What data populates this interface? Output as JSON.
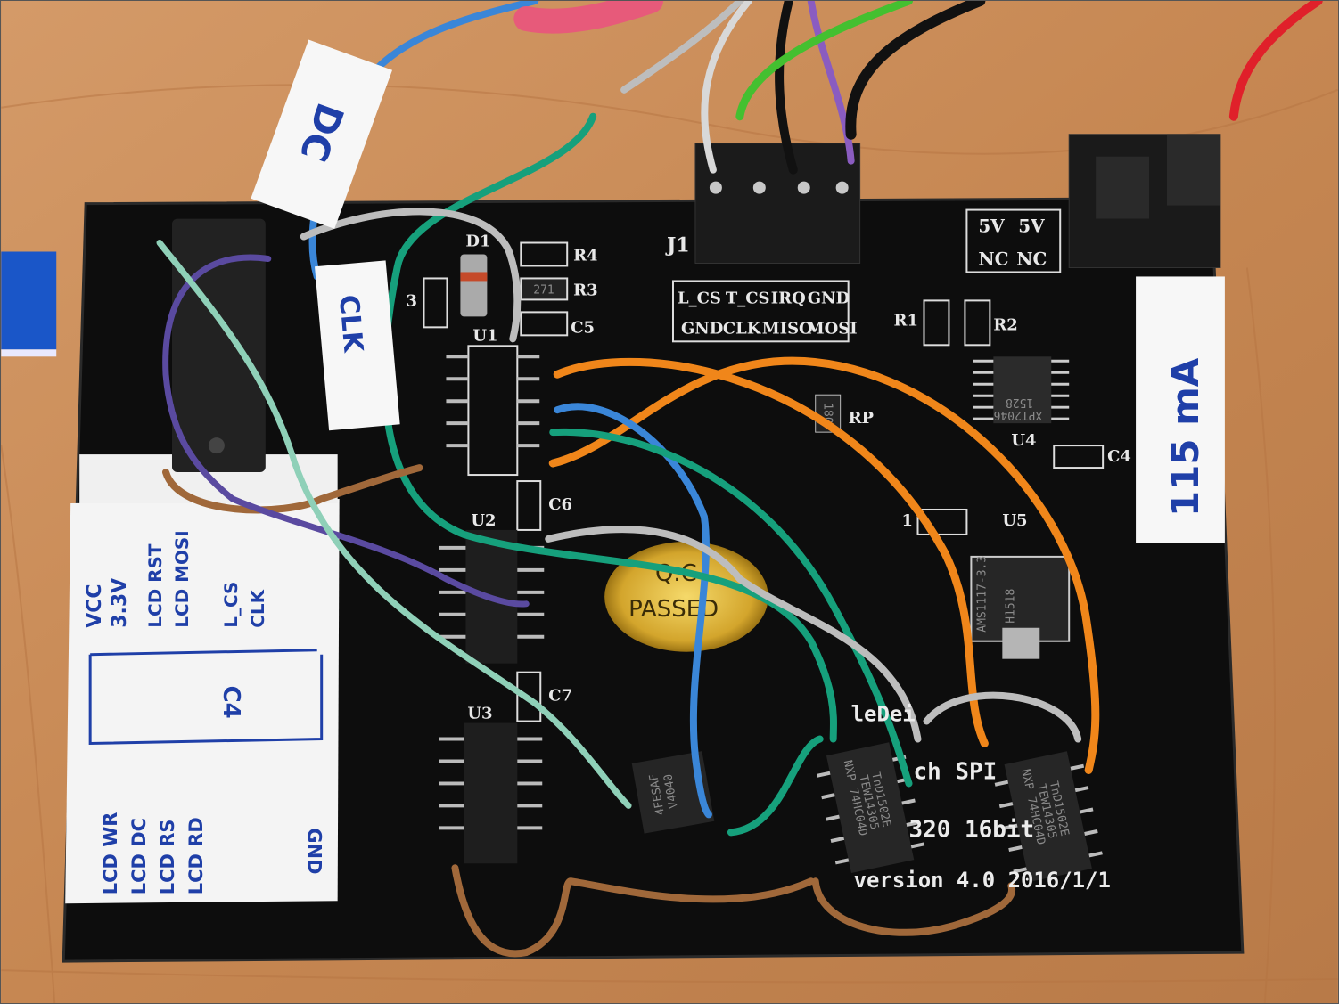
{
  "labels": {
    "dc_tag": "DC",
    "clk_tag": "CLK",
    "current_tag": "115 mA"
  },
  "paper": {
    "top_pins": [
      "VCC",
      "3.3V",
      "LCD RST",
      "LCD MOSI",
      "L_CS",
      "CLK"
    ],
    "bottom_pins": [
      "LCD WR",
      "LCD DC",
      "LCD RS",
      "LCD RD",
      "GND"
    ],
    "middle_mark": "C4"
  },
  "silkscreen": {
    "j1": "J1",
    "power_pins": [
      "5V",
      "5V",
      "NC",
      "NC"
    ],
    "header_row1": [
      "L_CS",
      "T_CS",
      "IRQ",
      "GND"
    ],
    "header_row2": [
      "GND",
      "CLK",
      "MISO",
      "MOSI"
    ],
    "refs": {
      "r1": "R1",
      "r2": "R2",
      "r3": "R3",
      "r4": "R4",
      "c4": "C4",
      "c5": "C5",
      "c6": "C6",
      "c7": "C7",
      "d1": "D1",
      "u1": "U1",
      "u2": "U2",
      "u3": "U3",
      "u4": "U4",
      "u5": "U5",
      "rp": "RP",
      "c3_partial": "3",
      "q1_partial": "1"
    },
    "brand_fragment": "leDei",
    "title_fragment": "ch SPI",
    "spec_fragment": "320 16bit",
    "version": "version 4.0 2016/1/1"
  },
  "stickers": {
    "qc_line1": "Q.C",
    "qc_line2": "PASSED"
  },
  "chips": {
    "u4": [
      "XPT2046",
      "1528"
    ],
    "u5": [
      "AMS1117-3.3",
      "H1518"
    ],
    "hc04_left": [
      "NXP",
      "74HC04D",
      "TEW14305",
      "TnD1502E"
    ],
    "hc04_right": [
      "NXP",
      "74HC04D",
      "TEW14305",
      "TnD1502E"
    ],
    "small_ic": [
      "4FESAF",
      "V4040"
    ],
    "rp_value": "180",
    "r3_value": "271"
  },
  "colors": {
    "pcb": "#0d0d0d",
    "wood": "#c98c5a",
    "orange_wire": "#f0861a",
    "teal_wire": "#16a07c",
    "blue_wire": "#3a86d8",
    "grey_wire": "#bdbdbd",
    "brown_wire": "#a0683a",
    "purple_wire": "#5a4aa0",
    "mint_wire": "#8fd0b8",
    "red_wire": "#e0202a"
  }
}
